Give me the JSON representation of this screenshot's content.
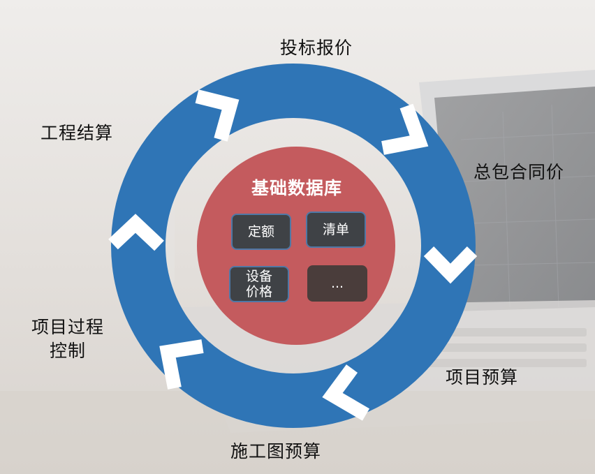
{
  "diagram": {
    "core": {
      "title": "基础数据库",
      "items": [
        "定额",
        "清单",
        "设备\n价格",
        "..."
      ]
    },
    "stages": [
      "投标报价",
      "总包合同价",
      "项目预算",
      "施工图预算",
      "项目过程\n控制",
      "工程结算"
    ],
    "colors": {
      "ring": "#2f75b6",
      "core": "#c45b5e",
      "tile": "#3f4246",
      "tile_border": "#4f78a6",
      "background": "#ece9e6"
    }
  }
}
